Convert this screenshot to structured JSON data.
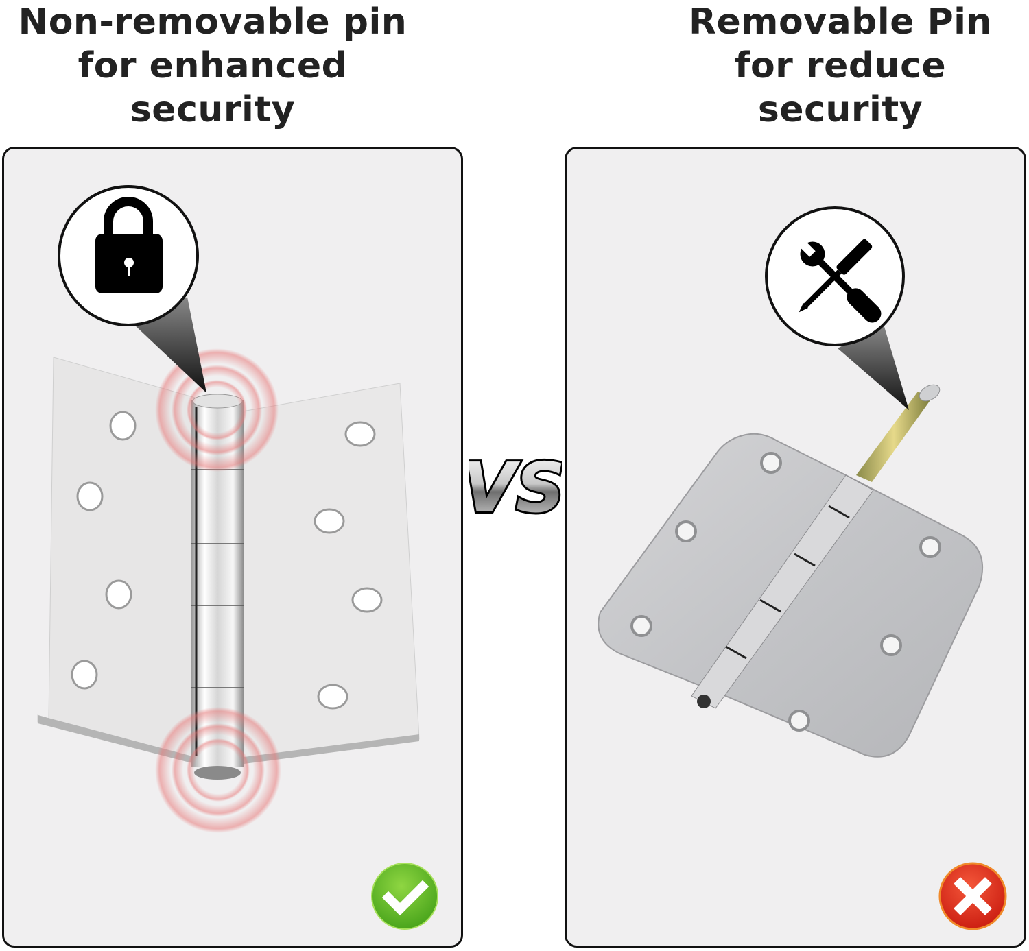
{
  "left": {
    "heading_line1": "Non-removable pin",
    "heading_line2": "for enhanced security",
    "callout_icon": "lock-icon",
    "status_icon": "check-icon",
    "status_color": "#5cb82a"
  },
  "right": {
    "heading_line1": "Removable Pin",
    "heading_line2": "for reduce security",
    "callout_icon": "wrench-screwdriver-icon",
    "status_icon": "cross-icon",
    "status_color": "#e0301e"
  },
  "center": {
    "vs_label": "VS"
  },
  "colors": {
    "panel_bg": "#f0eff0",
    "panel_border": "#111111",
    "text": "#222222",
    "pulse_ring": "#e87a7a"
  }
}
